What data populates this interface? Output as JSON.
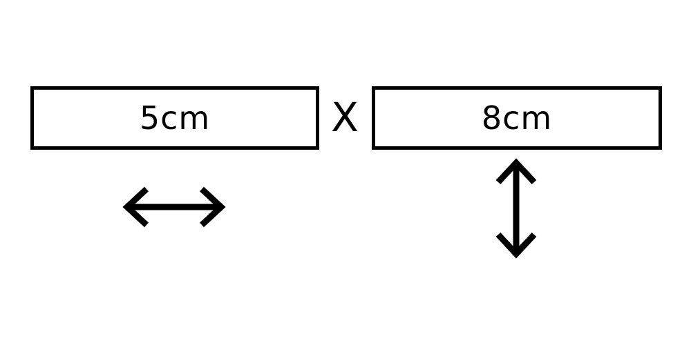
{
  "width_box": {
    "label": "5cm"
  },
  "operator": {
    "symbol": "X"
  },
  "height_box": {
    "label": "8cm"
  },
  "icons": {
    "width_arrow": "double-headed-horizontal-arrow-icon",
    "height_arrow": "double-headed-vertical-arrow-icon"
  },
  "colors": {
    "stroke": "#000000",
    "background": "#ffffff"
  }
}
